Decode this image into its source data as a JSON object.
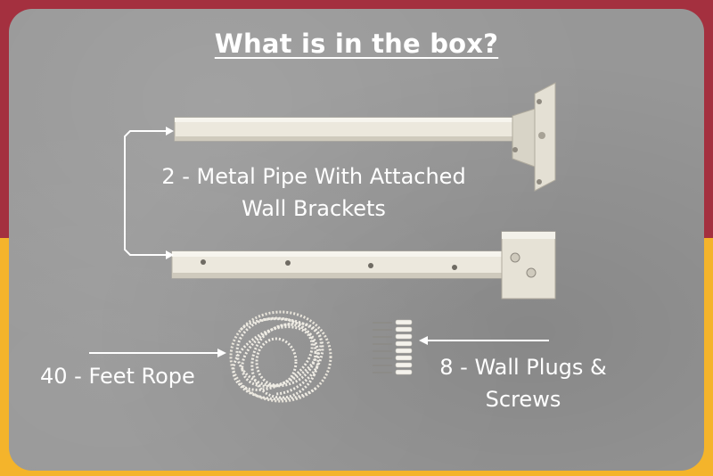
{
  "title": "What is in the box?",
  "items": {
    "pipe": {
      "line1": "2 - Metal Pipe With Attached",
      "line2": "Wall Brackets"
    },
    "rope": {
      "text": "40 - Feet Rope"
    },
    "plugs": {
      "line1": "8 - Wall Plugs &",
      "line2": "Screws"
    }
  },
  "colors": {
    "top_band": "#a4303f",
    "bottom_band": "#f4b42b",
    "panel": "#979797",
    "text": "#ffffff",
    "metal": "#e6e2d6"
  }
}
